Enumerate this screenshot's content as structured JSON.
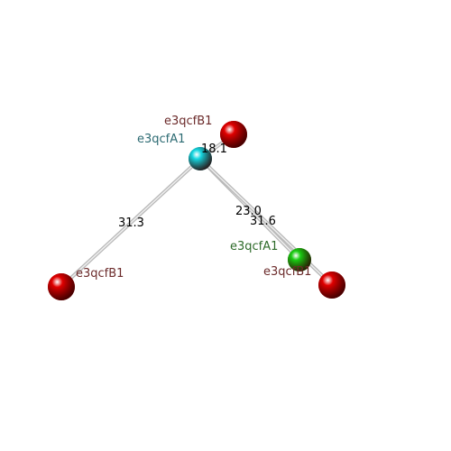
{
  "colors": {
    "background": "#ffffff",
    "edge": "#b8b8b8",
    "edge_light": "#eeeeee"
  },
  "nodes": [
    {
      "id": "cyan",
      "label": "e3qcfA1",
      "color": "#14d6e0",
      "label_color": "#2d6b73"
    },
    {
      "id": "green",
      "label": "e3qcfA1",
      "color": "#19cc12",
      "label_color": "#2e6b2a"
    },
    {
      "id": "red_top",
      "label": "e3qcfB1",
      "color": "#e00000",
      "label_color": "#6b2a2a"
    },
    {
      "id": "red_left",
      "label": "e3qcfB1",
      "color": "#e00000",
      "label_color": "#6b2a2a"
    },
    {
      "id": "red_right",
      "label": "e3qcfB1",
      "color": "#e00000",
      "label_color": "#6b2a2a"
    }
  ],
  "edges": [
    {
      "from": "cyan",
      "to": "red_top",
      "label": "18.1"
    },
    {
      "from": "cyan",
      "to": "red_left",
      "label": "31.3"
    },
    {
      "from": "cyan",
      "to": "green",
      "label": "23.0"
    },
    {
      "from": "cyan",
      "to": "red_right",
      "label": "31.6"
    }
  ]
}
